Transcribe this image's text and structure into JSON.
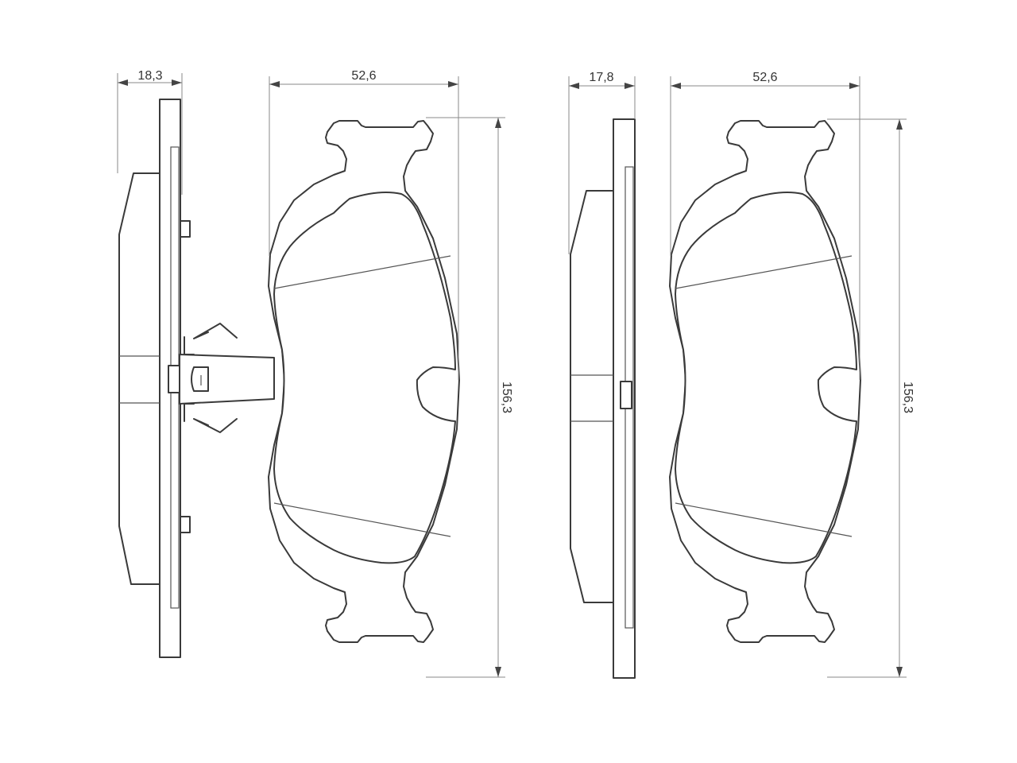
{
  "diagram": {
    "dimensions": {
      "left_pad_thickness": "18,3",
      "left_pad_width": "52,6",
      "left_pad_height": "156,3",
      "right_pad_thickness": "17,8",
      "right_pad_width": "52,6",
      "right_pad_height": "156,3"
    },
    "colors": {
      "line": "#3a3a3a",
      "dimension_line": "#8a8a8a",
      "background": "#ffffff"
    }
  }
}
